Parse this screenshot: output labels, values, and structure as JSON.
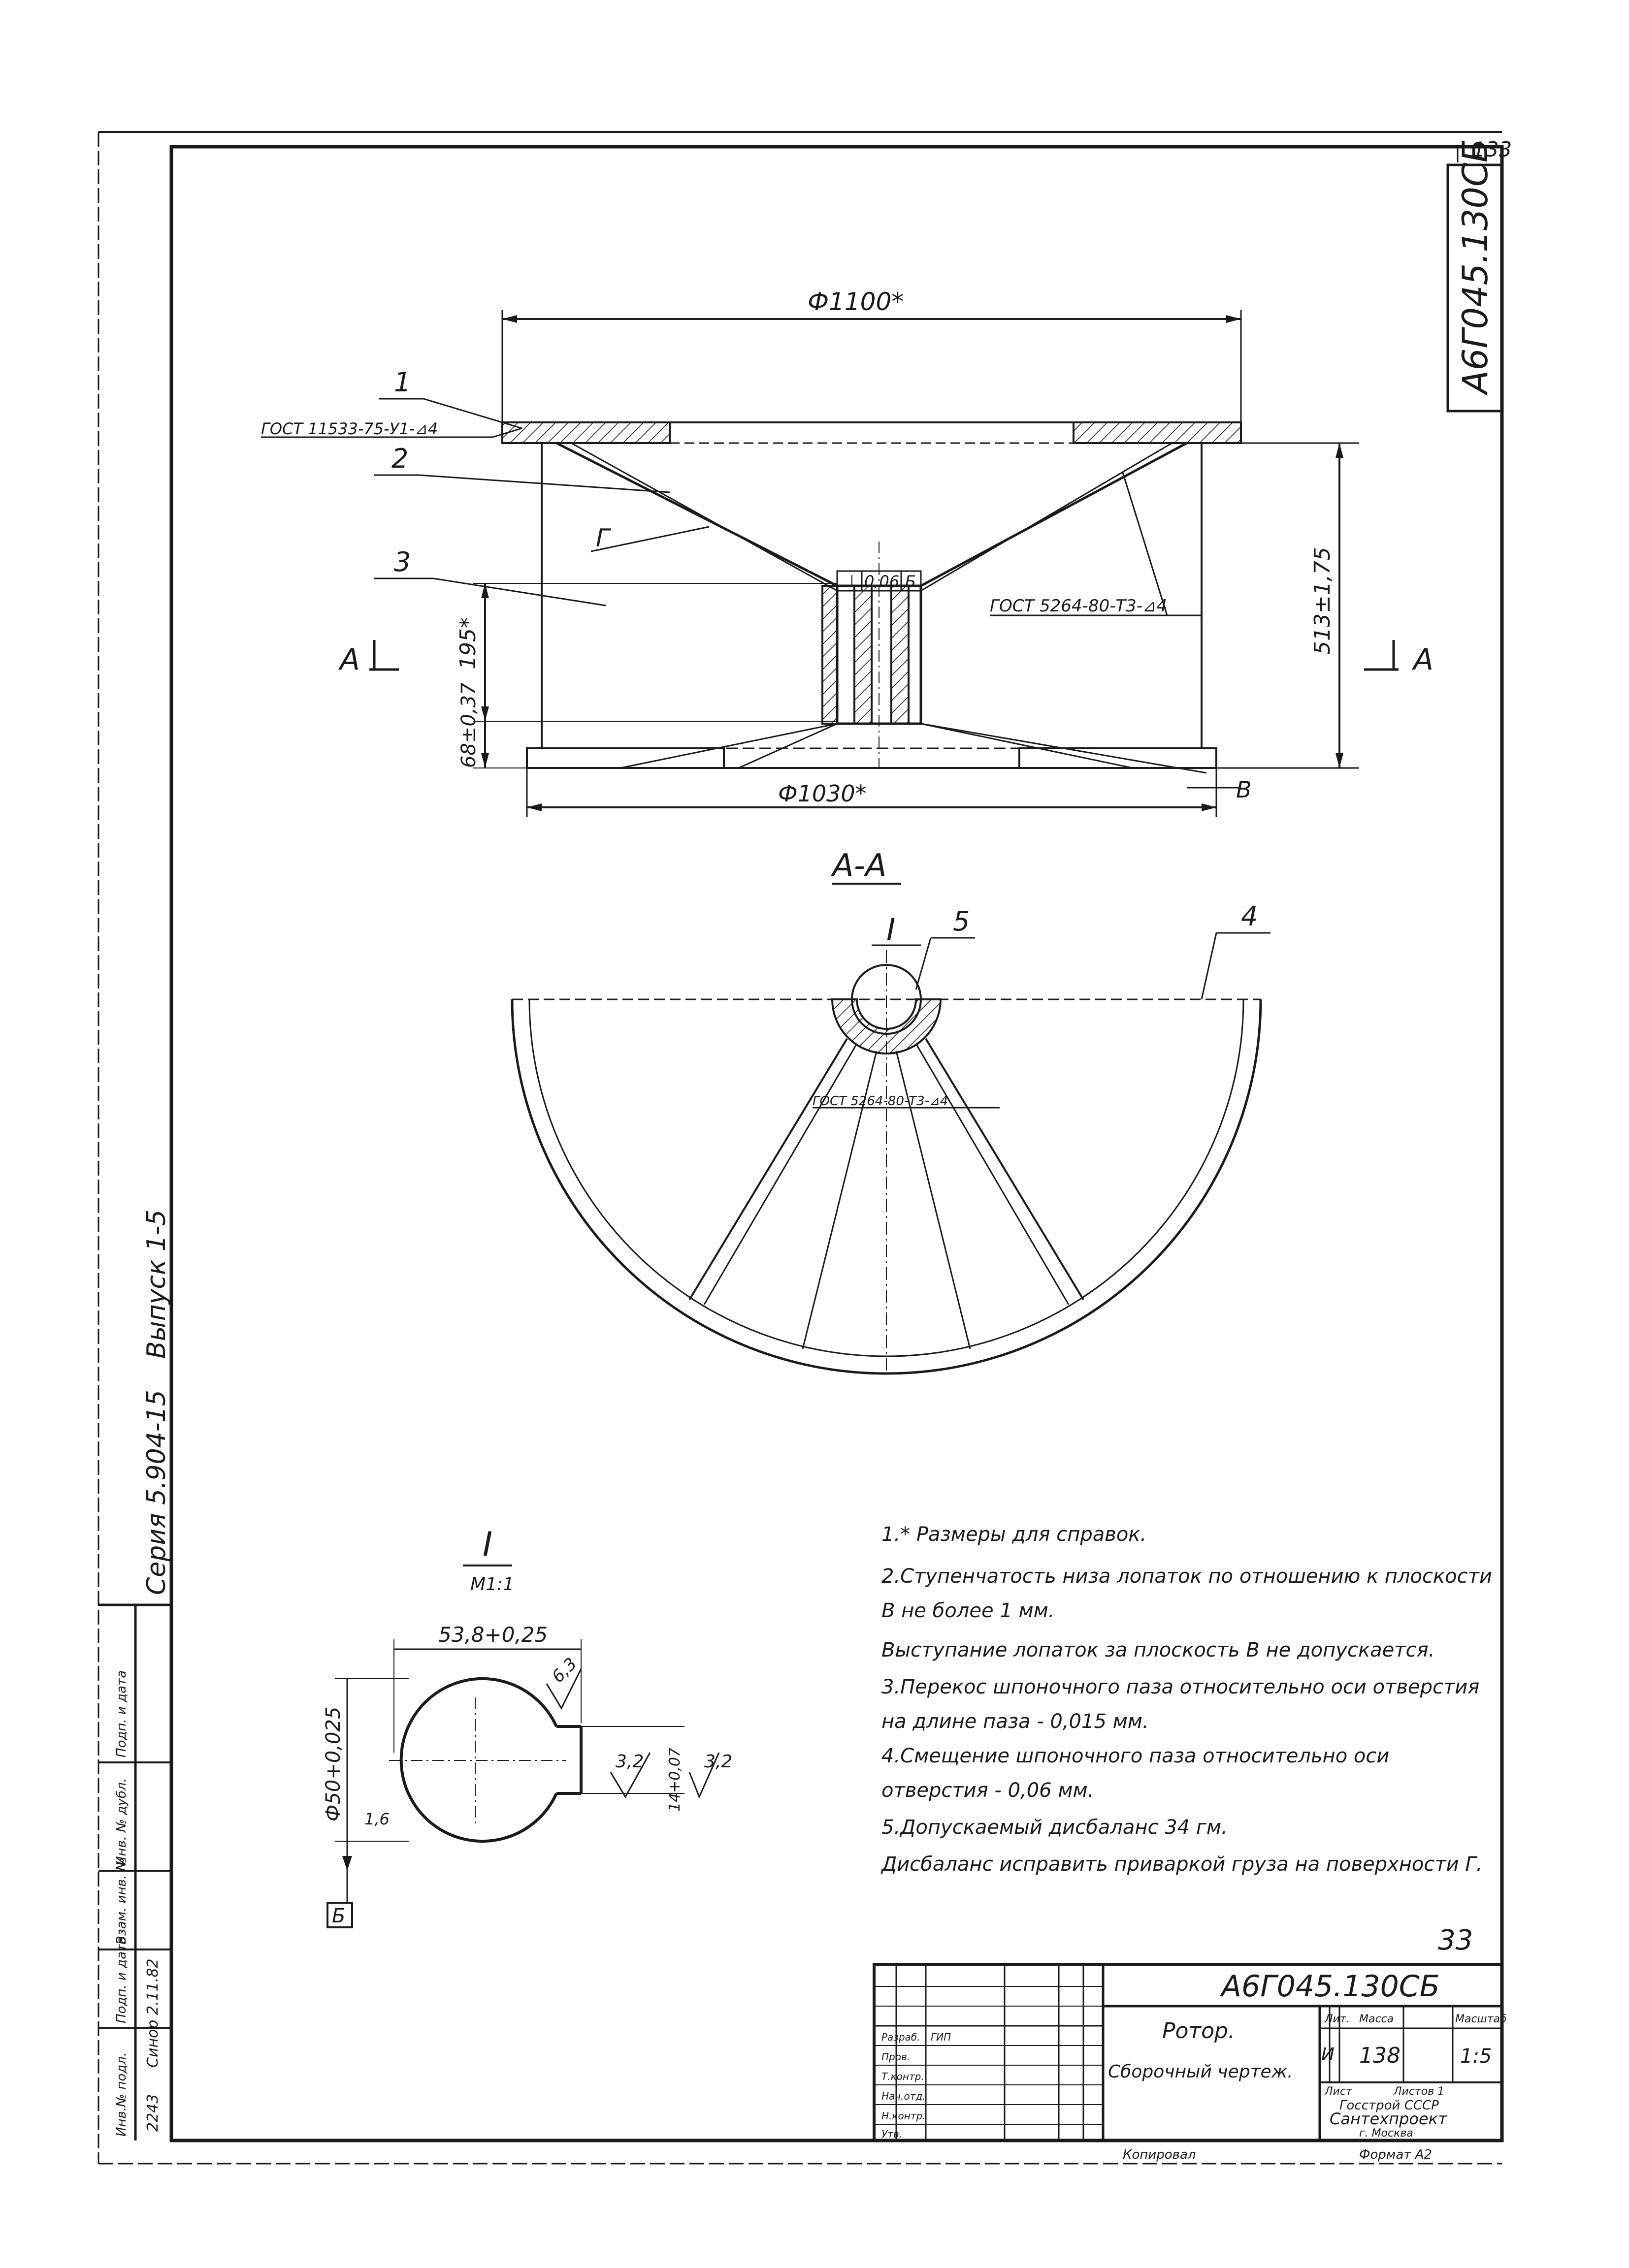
{
  "sheet": {
    "doc_code": "А6Г045.130СБ",
    "doc_code_rotated": "А6Г045.130СБ",
    "page_corner": "133",
    "sheet_number": "33",
    "copied_label": "Копировал",
    "format_label": "Формат А2"
  },
  "side_strip": {
    "series": "Серия 5.904-15",
    "issue": "Выпуск 1-5",
    "columns": [
      "Инв.№ подл.",
      "Подп. и дата",
      "Взам. инв. №",
      "Инв. № дубл.",
      "Подп. и дата"
    ],
    "values": [
      "2243",
      "Синор 2.11.82"
    ]
  },
  "main_view": {
    "dim_top_diameter": "Ф1100*",
    "dim_bottom_diameter": "Ф1030*",
    "dim_height": "513±1,75",
    "dim_hub": "195*",
    "dim_base": "68±0,37",
    "weld_left": "ГОСТ 11533-75-У1-⊿4",
    "weld_right": "ГОСТ 5264-80-Т3-⊿4",
    "tolerance_frame": [
      "⊥",
      "0,06",
      "Б"
    ],
    "section_mark": "А",
    "surface_label": "Г",
    "plane_label": "В",
    "pos1": "1",
    "pos2": "2",
    "pos3": "3"
  },
  "section_view": {
    "title": "А-А",
    "detail_mark": "I",
    "pos4": "4",
    "pos5": "5",
    "weld": "ГОСТ 5264-80-Т3-⊿4"
  },
  "detail_view": {
    "title": "I",
    "scale": "М1:1",
    "dim_width": "53,8+0,25",
    "dim_diameter": "Ф50+0,025",
    "dim_key": "14+0,07",
    "roughness_a": "6,3",
    "roughness_b": "3,2",
    "roughness_c": "3,2",
    "runout": "1,6",
    "base_label": "Б"
  },
  "notes": [
    "1.* Размеры для справок.",
    "2.Ступенчатость низа лопаток по отношению к плоскости",
    "   В не более 1 мм.",
    "   Выступание лопаток за плоскость В не допускается.",
    "3.Перекос шпоночного паза относительно оси отверстия",
    "   на длине паза - 0,015 мм.",
    "4.Смещение шпоночного паза относительно оси",
    "   отверстия - 0,06 мм.",
    "5.Допускаемый дисбаланс 34 гм.",
    "   Дисбаланс исправить приваркой груза на поверхности Г."
  ],
  "title_block": {
    "code": "А6Г045.130СБ",
    "name": "Ротор.",
    "doc_type": "Сборочный чертеж.",
    "lit": "И",
    "mass": "138",
    "scale": "1:5",
    "col_lit": "Лит.",
    "col_mass": "Масса",
    "col_scale": "Масштаб",
    "sheet_label": "Лист",
    "sheets_label": "Листов 1",
    "org1": "Госстрой СССР",
    "org2": "Сантехпроект",
    "org3": "г. Москва",
    "roles": [
      "Разраб.",
      "Пров.",
      "Т.контр.",
      "Нач.отд.",
      "Н.контр.",
      "Утв.",
      "ГИП"
    ]
  }
}
